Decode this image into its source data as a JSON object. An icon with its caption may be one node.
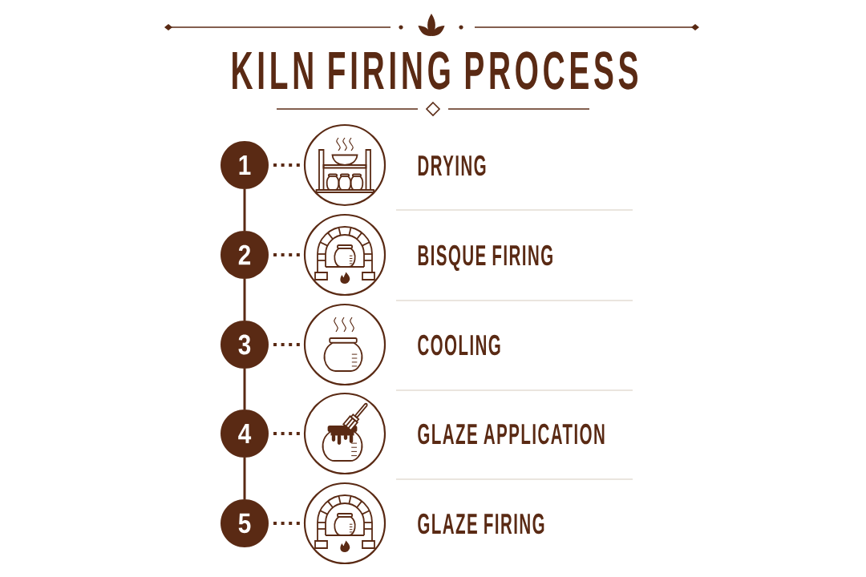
{
  "diagram": {
    "title": "KILN FIRING PROCESS",
    "nodes": [
      {
        "text": [
          "1"
        ]
      },
      {
        "text": [
          "2"
        ]
      },
      {
        "text": [
          "3"
        ]
      },
      {
        "text": [
          "4"
        ]
      },
      {
        "text": [
          "5"
        ]
      },
      {
        "text": [],
        "shape": "picture",
        "beside": [
          "DRYING"
        ]
      },
      {
        "text": [],
        "shape": "picture",
        "beside": [
          "BISQUE FIRING"
        ]
      },
      {
        "text": [],
        "shape": "picture",
        "beside": [
          "COOLING"
        ]
      },
      {
        "text": [],
        "shape": "picture",
        "beside": [
          "GLAZE APPLICATION"
        ]
      },
      {
        "text": [],
        "shape": "picture",
        "beside": [
          "GLAZE FIRING"
        ]
      }
    ],
    "edges": [
      {
        "from": 0,
        "to": 1,
        "arrow": "none"
      },
      {
        "from": 1,
        "to": 2,
        "arrow": "none"
      },
      {
        "from": 2,
        "to": 3,
        "arrow": "none"
      },
      {
        "from": 3,
        "to": 4,
        "arrow": "none"
      },
      {
        "from": 0,
        "to": 5,
        "arrow": "none",
        "style": "dashed"
      },
      {
        "from": 1,
        "to": 6,
        "arrow": "none",
        "style": "dashed"
      },
      {
        "from": 2,
        "to": 7,
        "arrow": "none",
        "style": "dashed"
      },
      {
        "from": 3,
        "to": 8,
        "arrow": "none",
        "style": "dashed"
      },
      {
        "from": 4,
        "to": 9,
        "arrow": "none",
        "style": "dashed"
      }
    ]
  }
}
